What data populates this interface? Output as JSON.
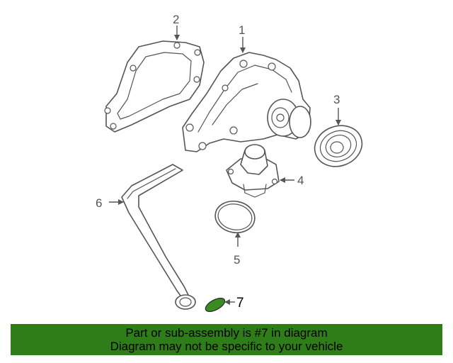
{
  "callouts": {
    "p1": "1",
    "p2": "2",
    "p3": "3",
    "p4": "4",
    "p5": "5",
    "p6": "6",
    "p7": "7"
  },
  "highlight_color": "#3a8c22",
  "banner": {
    "color": "#2e7d18",
    "line1": "Part or sub-assembly is #7 in diagram",
    "line2": "Diagram may not be specific to your vehicle"
  }
}
